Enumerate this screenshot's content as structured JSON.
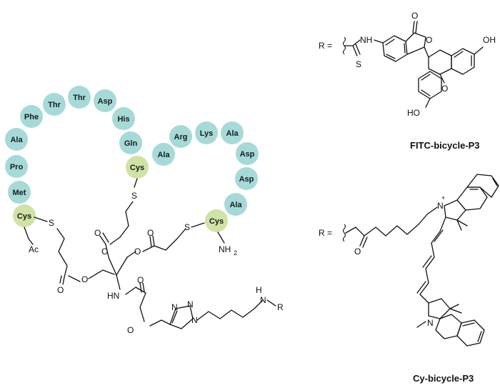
{
  "colors": {
    "residue_fill": "#a6dad9",
    "cys_fill": "#cfe3a6",
    "ink": "#111111"
  },
  "peptide": {
    "residues": [
      "Met",
      "Pro",
      "Ala",
      "Phe",
      "Thr",
      "Thr",
      "Asp",
      "His",
      "Gln",
      "Cys",
      "Ala",
      "Arg",
      "Lys",
      "Ala",
      "Asp",
      "Asp",
      "Ala",
      "Cys",
      "Cys"
    ]
  },
  "scaffold": {
    "atoms": {
      "s1": "S",
      "s2": "S",
      "s3": "S",
      "ac": "Ac",
      "nh2": "NH",
      "nh2_sub": "2",
      "o_ester1": "O",
      "o_ester1b": "O",
      "o_ester2": "O",
      "o_ester2b": "O",
      "o_ester3": "O",
      "o_ester3b": "O",
      "hn": "HN",
      "o_carb": "O",
      "o_carb2": "O",
      "n1": "N",
      "n2": "N",
      "n3": "N",
      "nh_h": "H",
      "nh_n": "N",
      "r": "R"
    }
  },
  "fitc": {
    "r_label": "R =",
    "nh": "NH",
    "s": "S",
    "o_carbonyl": "O",
    "o_lactone": "O",
    "o_xanthene": "O",
    "oh1": "OH",
    "oh2": "HO",
    "caption": "FITC-bicycle-P3"
  },
  "cy": {
    "r_label": "R =",
    "o": "O",
    "n_plus": "N",
    "plus": "+",
    "n2": "N",
    "caption": "Cy-bicycle-P3"
  }
}
